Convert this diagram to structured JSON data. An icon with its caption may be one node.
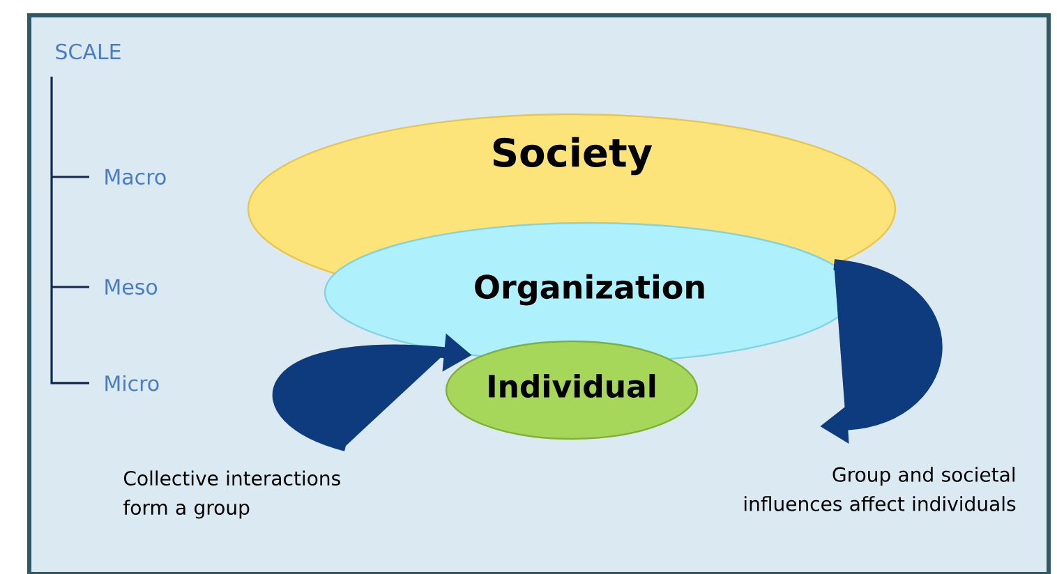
{
  "diagram": {
    "nodes": [
      {
        "text": [
          "Society"
        ]
      },
      {
        "text": [
          "Organization"
        ]
      },
      {
        "text": [
          "Individual"
        ]
      }
    ],
    "edges": [
      {
        "from": null,
        "to": 1,
        "arrow": "to"
      },
      {
        "from": 0,
        "to": null,
        "arrow": "to"
      }
    ],
    "labels": [
      "SCALE",
      "Macro",
      "Meso",
      "Micro",
      "Collective interactions form a group",
      "Group and societal influences affect individuals"
    ]
  }
}
